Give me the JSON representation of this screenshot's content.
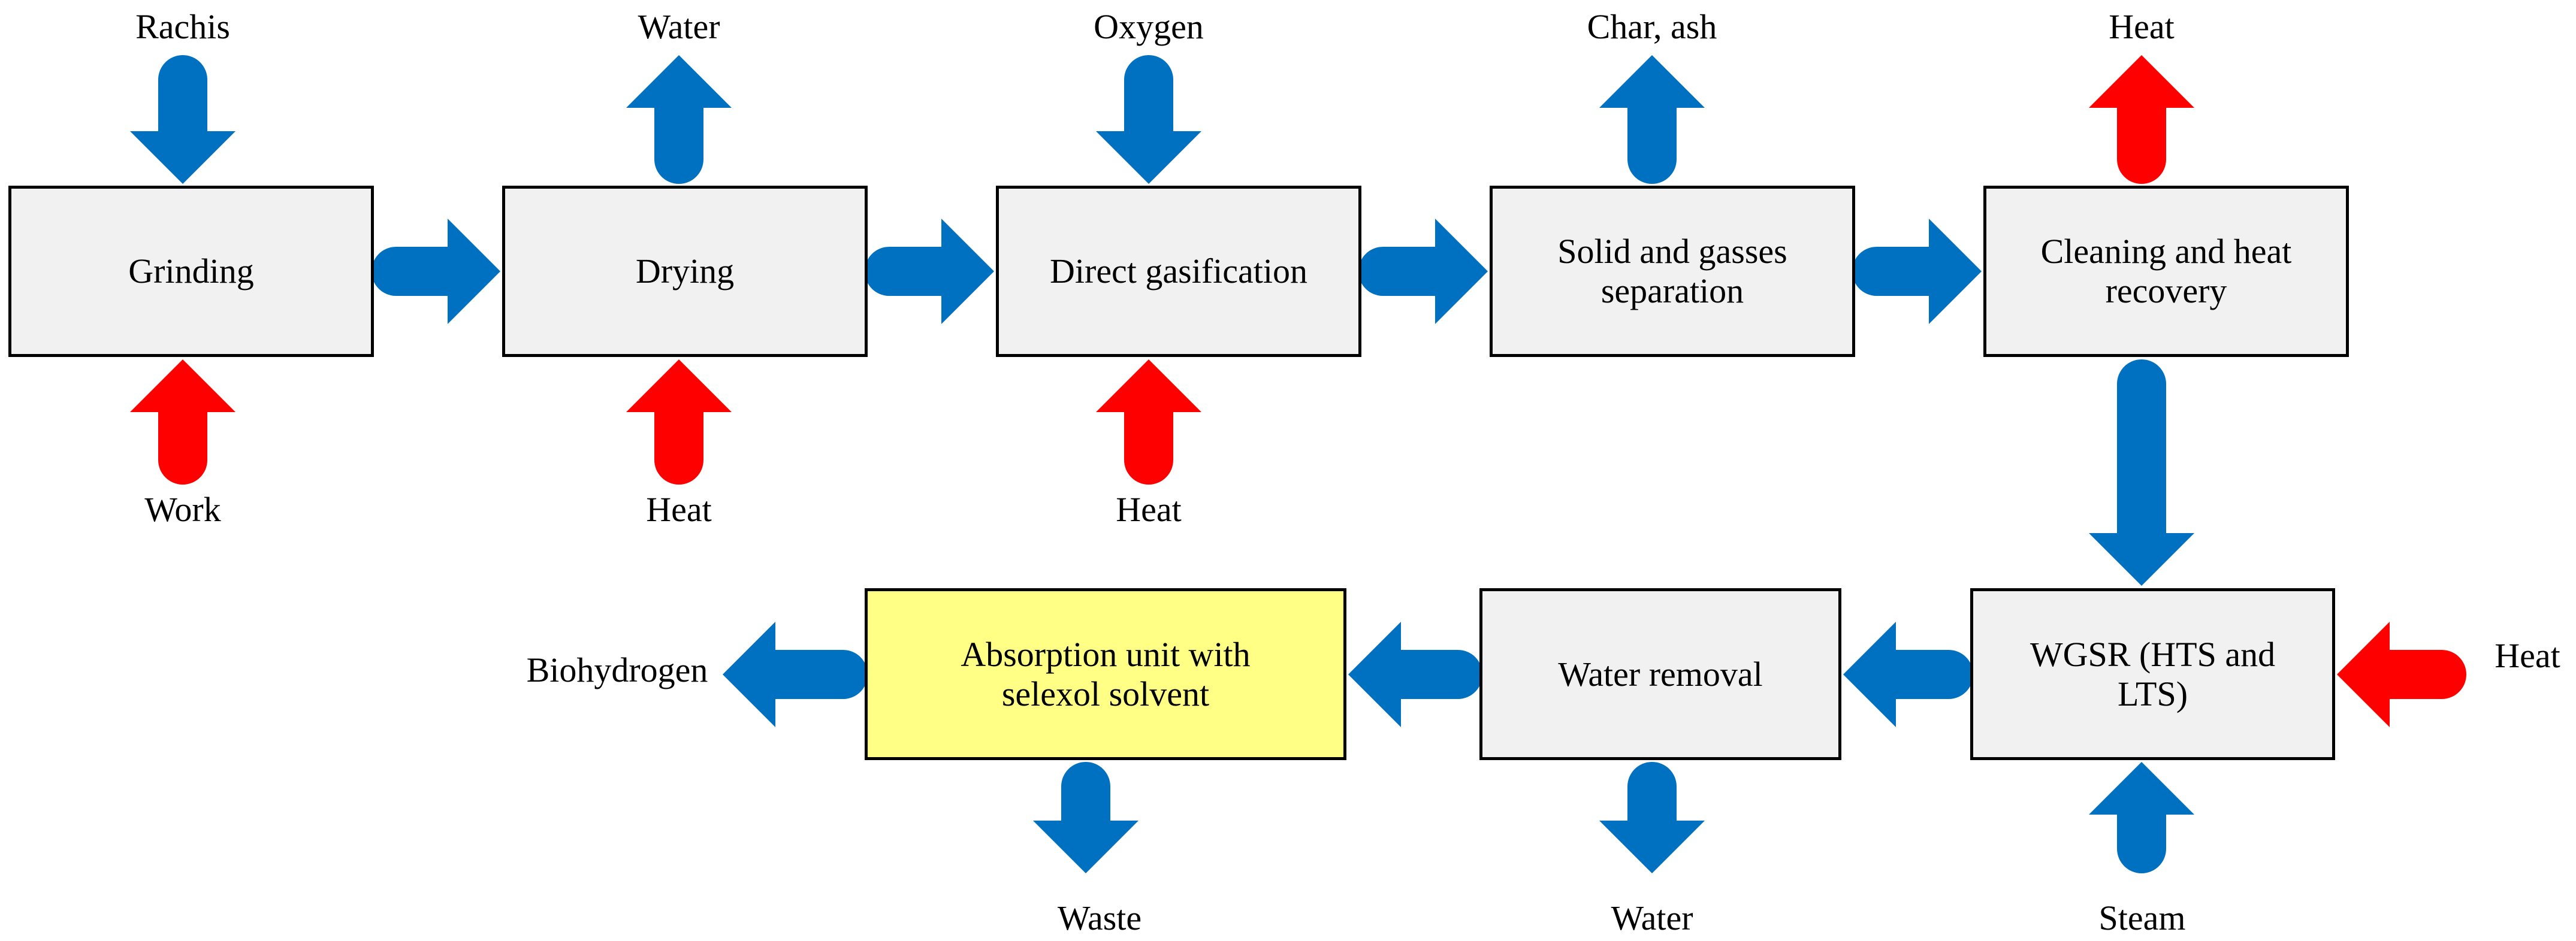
{
  "colors": {
    "flow_blue": "#0070C0",
    "heat_red": "#FF0000",
    "box_fill": "#F1F1F1",
    "box_border": "#000000",
    "highlight_yellow": "#FFFF85",
    "text_black": "#000000",
    "background": "#FFFFFF"
  },
  "diagram": {
    "boxes": [
      {
        "id": "grinding",
        "label": "Grinding",
        "highlighted": false
      },
      {
        "id": "drying",
        "label": "Drying",
        "highlighted": false
      },
      {
        "id": "direct-gasification",
        "label": "Direct gasification",
        "highlighted": false
      },
      {
        "id": "solid-gas-separation",
        "label": "Solid and gasses\nseparation",
        "highlighted": false
      },
      {
        "id": "cleaning-heat-recovery",
        "label": "Cleaning and heat\nrecovery",
        "highlighted": false
      },
      {
        "id": "wgsr",
        "label": "WGSR (HTS and\nLTS)",
        "highlighted": false
      },
      {
        "id": "water-removal",
        "label": "Water removal",
        "highlighted": false
      },
      {
        "id": "absorption-unit",
        "label": "Absorption unit with\nselexol solvent",
        "highlighted": true
      }
    ],
    "streams": {
      "rachis": "Rachis",
      "water_top": "Water",
      "oxygen": "Oxygen",
      "char_ash": "Char, ash",
      "heat_top": "Heat",
      "work": "Work",
      "heat_drying": "Heat",
      "heat_gasification": "Heat",
      "biohydrogen": "Biohydrogen",
      "heat_wgsr": "Heat",
      "waste": "Waste",
      "water_bottom": "Water",
      "steam": "Steam"
    },
    "arrows": [
      {
        "name": "rachis-into-grinding",
        "color": "flow_blue"
      },
      {
        "name": "work-into-grinding",
        "color": "heat_red"
      },
      {
        "name": "grinding-to-drying",
        "color": "flow_blue"
      },
      {
        "name": "water-out-of-drying",
        "color": "flow_blue"
      },
      {
        "name": "heat-into-drying",
        "color": "heat_red"
      },
      {
        "name": "drying-to-gasification",
        "color": "flow_blue"
      },
      {
        "name": "oxygen-into-gasification",
        "color": "flow_blue"
      },
      {
        "name": "heat-into-gasification",
        "color": "heat_red"
      },
      {
        "name": "gasification-to-separation",
        "color": "flow_blue"
      },
      {
        "name": "char-ash-out-of-separation",
        "color": "flow_blue"
      },
      {
        "name": "separation-to-cleaning",
        "color": "flow_blue"
      },
      {
        "name": "heat-out-of-cleaning",
        "color": "heat_red"
      },
      {
        "name": "cleaning-to-wgsr",
        "color": "flow_blue"
      },
      {
        "name": "heat-into-wgsr",
        "color": "heat_red"
      },
      {
        "name": "steam-into-wgsr",
        "color": "flow_blue"
      },
      {
        "name": "wgsr-to-water-removal",
        "color": "flow_blue"
      },
      {
        "name": "water-out-of-water-removal",
        "color": "flow_blue"
      },
      {
        "name": "water-removal-to-absorption",
        "color": "flow_blue"
      },
      {
        "name": "waste-out-of-absorption",
        "color": "flow_blue"
      },
      {
        "name": "absorption-to-biohydrogen",
        "color": "flow_blue"
      }
    ]
  }
}
